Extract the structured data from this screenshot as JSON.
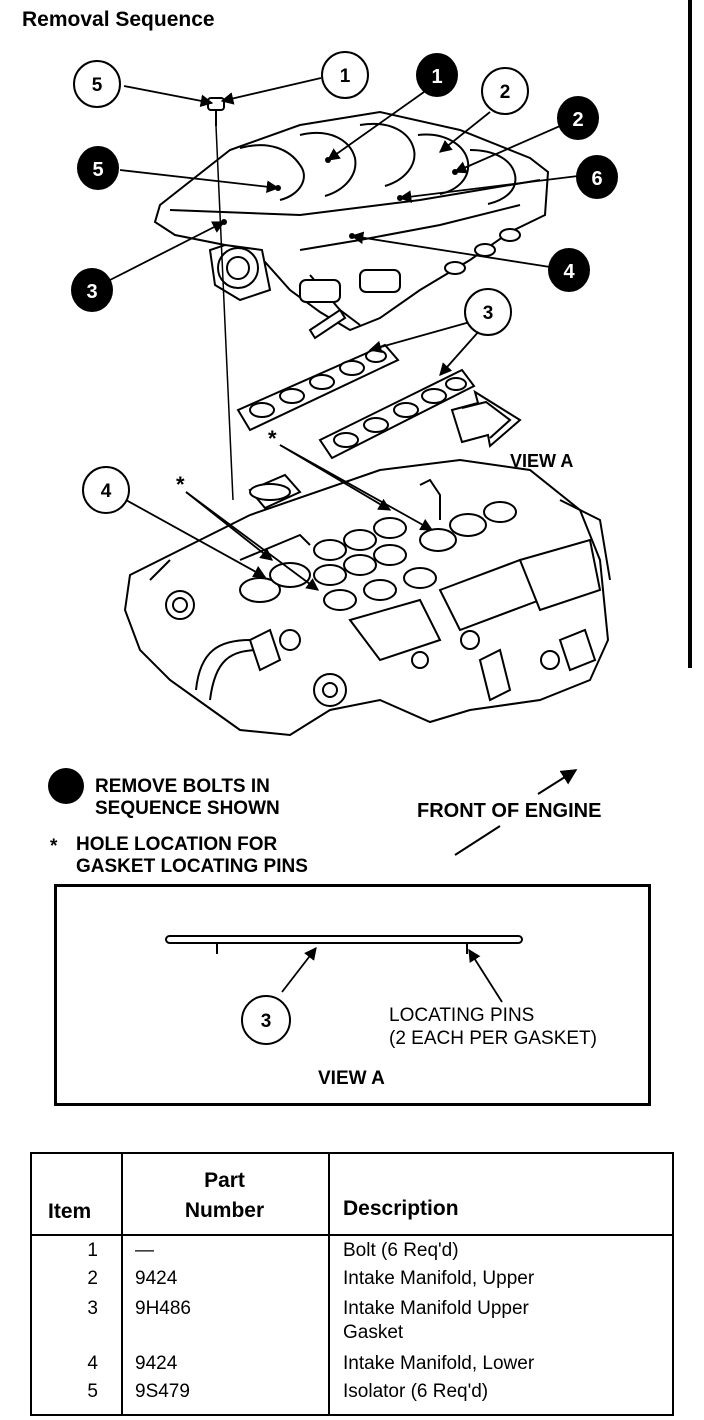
{
  "title": "Removal Sequence",
  "callouts": {
    "outline_1": "1",
    "outline_2": "2",
    "outline_3_gaskets": "3",
    "outline_4": "4",
    "outline_5": "5",
    "filled_1": "1",
    "filled_2": "2",
    "filled_3": "3",
    "filled_4": "4",
    "filled_5": "5",
    "filled_6": "6",
    "view_a_item": "3"
  },
  "diagram_labels": {
    "view_a_arrow": "VIEW A",
    "asterisk": "*"
  },
  "legend": {
    "bolts_line1": "REMOVE BOLTS IN",
    "bolts_line2": "SEQUENCE SHOWN",
    "star": "*",
    "holes_line1": "HOLE LOCATION FOR",
    "holes_line2": "GASKET LOCATING PINS",
    "front_of_engine": "FRONT OF ENGINE"
  },
  "view_a_box": {
    "pins_line1": "LOCATING PINS",
    "pins_line2": "(2 EACH PER GASKET)",
    "label": "VIEW A"
  },
  "table": {
    "headers": {
      "item": "Item",
      "part_line1": "Part",
      "part_line2": "Number",
      "description": "Description"
    },
    "rows": [
      {
        "item": "1",
        "part": "—",
        "desc1": "Bolt (6 Req'd)",
        "desc2": ""
      },
      {
        "item": "2",
        "part": "9424",
        "desc1": "Intake Manifold, Upper",
        "desc2": ""
      },
      {
        "item": "3",
        "part": "9H486",
        "desc1": "Intake Manifold Upper",
        "desc2": "Gasket"
      },
      {
        "item": "4",
        "part": "9424",
        "desc1": "Intake Manifold, Lower",
        "desc2": ""
      },
      {
        "item": "5",
        "part": "9S479",
        "desc1": "Isolator (6 Req'd)",
        "desc2": ""
      }
    ]
  }
}
